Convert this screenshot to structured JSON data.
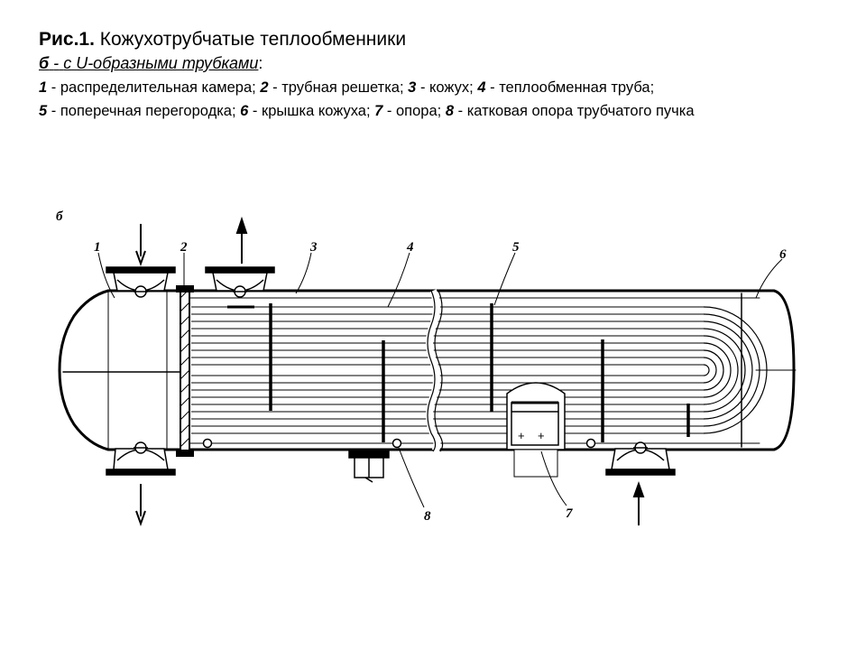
{
  "caption": {
    "fig_label": "Рис.1.",
    "title": "Кожухотрубчатые теплообменники",
    "sub_letter": "б",
    "sub_sep": "-",
    "sub_text": "с U-образными трубками",
    "sub_colon": ":",
    "legend": [
      {
        "num": "1",
        "text": "распределительная камера;"
      },
      {
        "num": "2",
        "text": "трубная решетка;"
      },
      {
        "num": "3",
        "text": "кожух;"
      },
      {
        "num": "4",
        "text": "теплообменная труба;"
      },
      {
        "num": "5",
        "text": "поперечная перегородка;"
      },
      {
        "num": "6",
        "text": "крышка кожуха;"
      },
      {
        "num": "7",
        "text": "опора;"
      },
      {
        "num": "8",
        "text": "катковая опора трубчатого пучка"
      }
    ]
  },
  "drawing": {
    "variant_label": "б",
    "part_labels": [
      "1",
      "2",
      "3",
      "4",
      "5",
      "6",
      "7",
      "8"
    ]
  }
}
